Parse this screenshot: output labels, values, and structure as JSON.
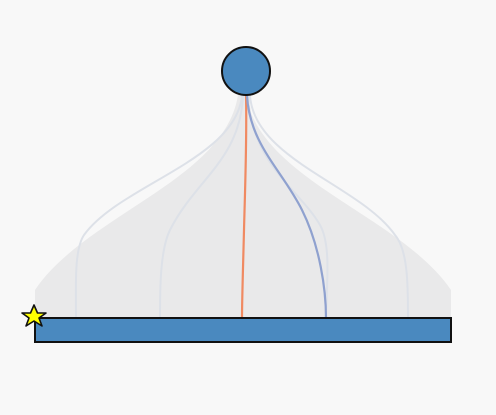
{
  "colors": {
    "background": "#f8f8f8",
    "node_fill": "#4a89bf",
    "node_stroke": "#111111",
    "fan_fill": "#e9e9ea",
    "faint_path": "#dde1e8",
    "highlight_path_orange": "#f08a62",
    "highlight_path_blue": "#8fa1cf",
    "star_fill": "#ffff00",
    "star_stroke": "#111111"
  },
  "diagram": {
    "top_node": {
      "shape": "circle"
    },
    "bottom_node": {
      "shape": "rectangle"
    },
    "paths": [
      {
        "kind": "faint"
      },
      {
        "kind": "faint"
      },
      {
        "kind": "faint"
      },
      {
        "kind": "faint"
      },
      {
        "kind": "highlight",
        "color_key": "highlight_path_orange"
      },
      {
        "kind": "highlight",
        "color_key": "highlight_path_blue"
      }
    ],
    "marker": {
      "icon": "star-icon"
    }
  }
}
